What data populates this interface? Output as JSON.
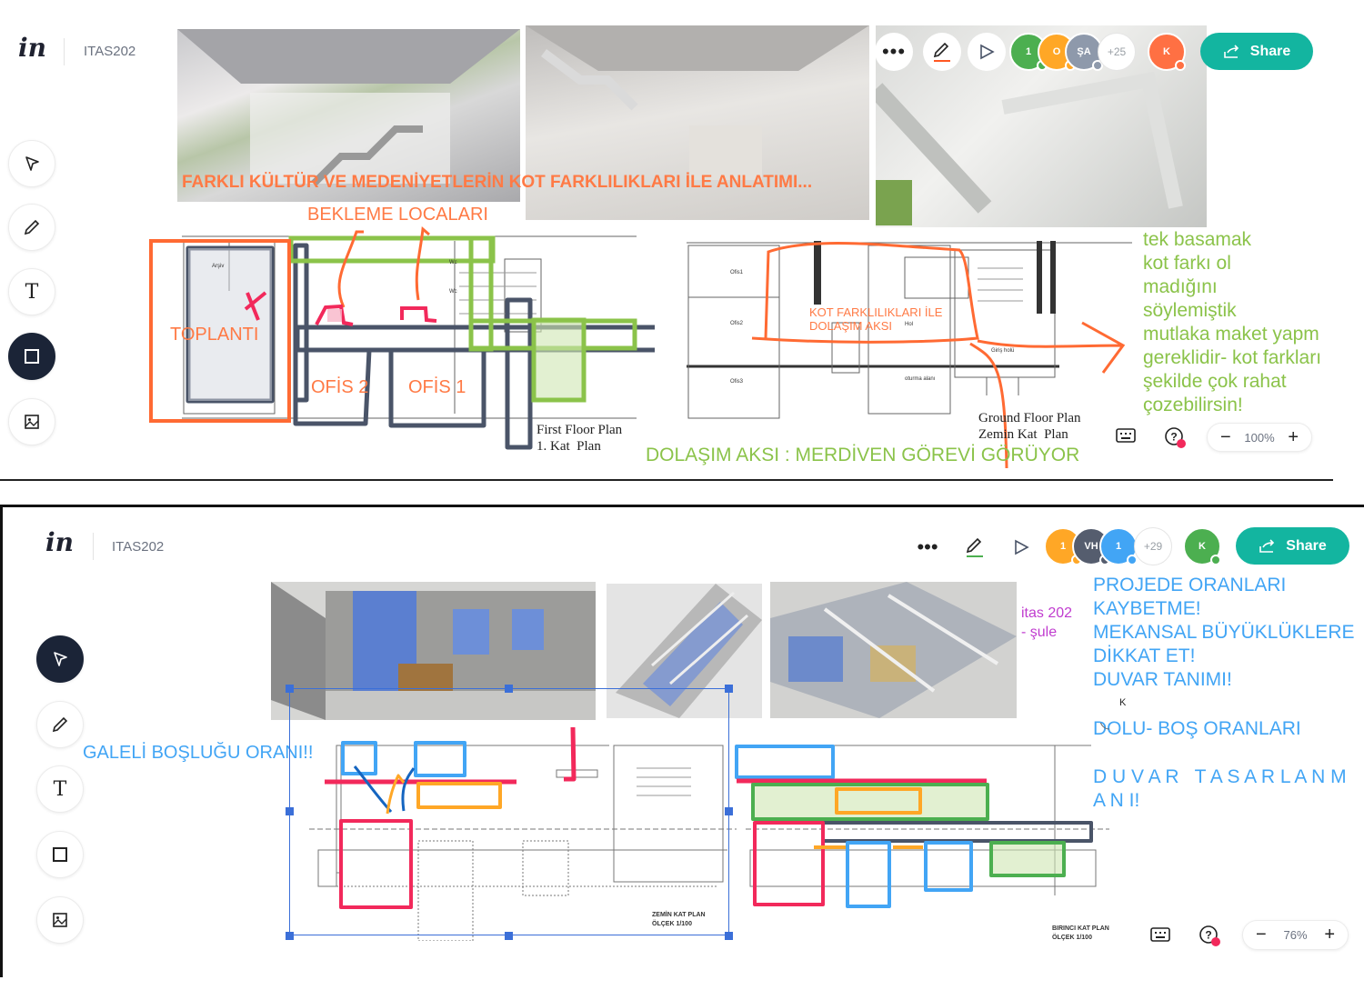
{
  "top_panel": {
    "project_name": "ITAS202",
    "logo": "in",
    "tools": [
      {
        "name": "select",
        "icon": "cursor-icon"
      },
      {
        "name": "pencil",
        "icon": "pencil-icon"
      },
      {
        "name": "text",
        "icon": "text-icon",
        "glyph": "T"
      },
      {
        "name": "rectangle",
        "icon": "square-icon",
        "active": true
      },
      {
        "name": "image",
        "icon": "image-icon"
      }
    ],
    "toolbar": {
      "more_icon": "more-icon",
      "pencil_underline_color": "#ff5722",
      "avatars": [
        {
          "label": "1",
          "color": "#4caf50"
        },
        {
          "label": "O",
          "color": "#ffa726"
        },
        {
          "label": "ŞA",
          "color": "#8e99ab"
        }
      ],
      "more_count": "+25",
      "current_user": {
        "label": "K",
        "color": "#ff7043"
      },
      "share_label": "Share"
    },
    "zoom_level": "100%",
    "annotations": {
      "title": "FARKLI KÜLTÜR VE MEDENİYETLERİN KOT FARKLILIKLARI İLE ANLATIMI...",
      "bekleme": "BEKLEME LOCALARI",
      "toplanti": "TOPLANTI",
      "ofis2": "OFİS 2",
      "ofis1": "OFİS 1",
      "kot_axis": "KOT FARKLILIKLARI İLE\nDOLAŞIM AKSI",
      "comment": "tek basamak\nkot farkı ol\nmadığını\nsöylemiştik\nmutlaka maket yapm\ngereklidir- kot farkları\nşekilde çok rahat\nçozebilirsin!",
      "dolasim": "DOLAŞIM AKSI : MERDİVEN GÖREVİ GÖRÜYOR"
    },
    "plan_labels": {
      "first_floor": "First Floor Plan\n1. Kat  Plan",
      "ground_floor": "Ground Floor Plan\nZemin Kat  Plan",
      "rooms": [
        "Arşiv",
        "Wc",
        "Wc",
        "Ofis1",
        "Ofis2",
        "Ofis3",
        "Hol",
        "oturma alanı",
        "Giriş holü"
      ]
    }
  },
  "bottom_panel": {
    "project_name": "ITAS202",
    "logo": "in",
    "tools": [
      {
        "name": "select",
        "icon": "cursor-icon",
        "active": true
      },
      {
        "name": "pencil",
        "icon": "pencil-icon"
      },
      {
        "name": "text",
        "icon": "text-icon",
        "glyph": "T"
      },
      {
        "name": "rectangle",
        "icon": "square-icon"
      },
      {
        "name": "image",
        "icon": "image-icon"
      }
    ],
    "toolbar": {
      "more_icon": "more-icon",
      "pencil_underline_color": "#4caf50",
      "avatars": [
        {
          "label": "1",
          "color": "#ffa726"
        },
        {
          "label": "VH",
          "color": "#555d6e"
        },
        {
          "label": "1",
          "color": "#42a5f5"
        }
      ],
      "more_count": "+29",
      "current_user": {
        "label": "K",
        "color": "#4caf50"
      },
      "share_label": "Share"
    },
    "zoom_level": "76%",
    "annotations": {
      "author": "itas 202\n- şule",
      "comment": "PROJEDE ORANLARI\nKAYBETME!\nMEKANSAL BÜYÜKLÜKLERE\nDİKKAT ET!\nDUVAR TANIMI!",
      "dolu_bos": "DOLU- BOŞ ORANLARI",
      "duvar": "D U V A R   T A S A R L A N M\nA N I!",
      "galeri": "GALELİ BOŞLUĞU ORANI!!",
      "north": "K"
    },
    "plan_labels": {
      "ground": "ZEMİN KAT PLAN\nÖLÇEK 1/100",
      "first": "BIRINCI KAT PLAN\nÖLÇEK 1/100"
    }
  },
  "colors": {
    "share": "#13b5a0",
    "orange_note": "#ff7a45",
    "green_note": "#8bc34a",
    "blue_note": "#42a5f5",
    "purple_note": "#c03ccf",
    "selection": "#3b6fd8"
  }
}
